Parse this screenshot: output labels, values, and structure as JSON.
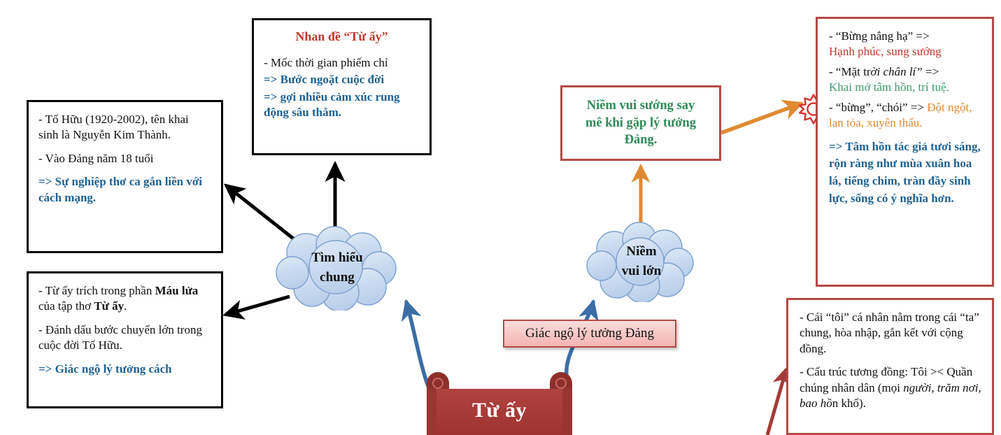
{
  "diagram": {
    "title": "Từ ấy",
    "center_banner": {
      "label": "Từ ấy"
    },
    "clouds": [
      {
        "id": "tim-hieu-chung",
        "line1": "Tìm hiểu",
        "line2": "chung"
      },
      {
        "id": "niem-vui-lon",
        "line1": "Niềm",
        "line2": "vui lớn"
      }
    ],
    "author_box": {
      "lines": [
        "- Tố Hữu (1920-2002), tên khai sinh là Nguyễn Kim Thành.",
        "- Vào Đảng năm 18 tuổi",
        "=> Sự nghiệp thơ ca gắn liền với cách mạng."
      ]
    },
    "origin_box": {
      "line1_a": "- Từ ấy trích trong phần ",
      "line1_b": "Máu lửa",
      "line1_c": " của tập thơ ",
      "line1_d": "Từ ấy",
      "line1_e": ".",
      "line2": "- Đánh dấu bước chuyển lớn trong cuộc đời Tố Hữu.",
      "line3": "=> Giác ngộ lý tưởng cách"
    },
    "title_box": {
      "heading": "Nhan đề “Từ ấy”",
      "line1": "- Mốc thời gian phiếm chỉ",
      "line2": "=> Bước ngoặt cuộc đời",
      "line3": "=> gợi nhiều cảm xúc rung động sâu thẳm."
    },
    "joy_box": {
      "line1": "Niềm vui sướng say",
      "line2": "mê khi gặp lý tưởng",
      "line3": "Đảng."
    },
    "pink_box": {
      "label": "Giác ngộ lý tưởng Đảng"
    },
    "imagery_box": {
      "item1_q": "- “Bừng nắng hạ” =>",
      "item1_a": "Hạnh phúc, sung sướng",
      "item2_q_a": "- “Mặt tr",
      "item2_q_i": "ời chân lí”",
      "item2_q_b": " =>",
      "item2_a": "Khai mở tâm hồn, trí tuệ.",
      "item3_q": "- “bừng”, “chói” => ",
      "item3_a": "Đột ngột, lan tỏa, xuyên thấu.",
      "conclusion": "=> Tâm hồn tác giả tươi sáng, rộn ràng như mùa xuân hoa lá, tiếng chim, tràn đầy sinh lực, sống có ý nghĩa hơn."
    },
    "self_box": {
      "line1": "- Cái “tôi” cá nhân nằm trong cái “ta” chung, hòa nhập, gắn kết với cộng đồng.",
      "line2_a": "- Cấu trúc tương đồng: Tôi ",
      "line2_sym": "><",
      "line2_b": " Quần chúng nhân dân (mọi ",
      "line2_ital": "người, trăm nơi, bao hồ",
      "line2_c": "n khổ)."
    },
    "icons": {
      "sun": "sun-icon"
    }
  },
  "colors": {
    "black_border": "#000000",
    "red_border": "#b34a46",
    "blue_text": "#1f6292",
    "red_text": "#c0392b",
    "green_text": "#2e8b57",
    "orange_arrow": "#e08a33",
    "blue_arrow": "#3a6ea5",
    "cloud_fill": "#c6d9f1",
    "banner_fill": "#a83834",
    "pink_fill": "#f3b4b2"
  }
}
